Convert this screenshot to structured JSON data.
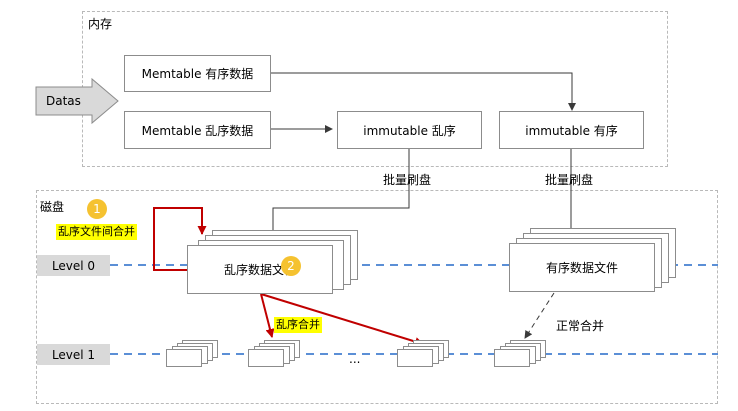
{
  "regions": {
    "memory_label": "内存",
    "disk_label": "磁盘"
  },
  "input": {
    "label": "Datas"
  },
  "memory": {
    "memtable_sorted": "Memtable 有序数据",
    "memtable_unsorted": "Memtable 乱序数据",
    "immutable_unsorted": "immutable 乱序",
    "immutable_sorted": "immutable 有序"
  },
  "flush": {
    "left_label": "批量刷盘",
    "right_label": "批量刷盘"
  },
  "disk": {
    "unsorted_file": "乱序数据文件",
    "sorted_file": "有序数据文件",
    "level0": "Level 0",
    "level1": "Level 1",
    "ellipsis": "..."
  },
  "annotations": {
    "badge_1": "1",
    "badge_2": "2",
    "unsorted_file_merge": "乱序文件间合并",
    "unsorted_merge": "乱序合并",
    "normal_merge": "正常合并"
  },
  "colors": {
    "red_arrow": "#c00000",
    "level_line": "#5b8fd6",
    "highlight": "#ffff00",
    "badge": "#f5c230"
  }
}
